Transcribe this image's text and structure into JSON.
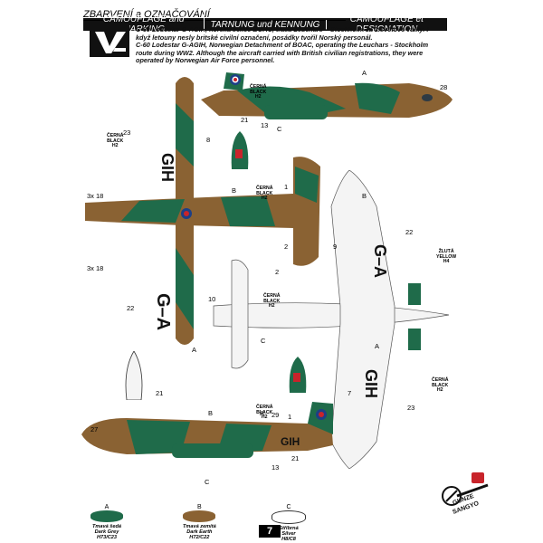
{
  "header": {
    "czech_title": "ZBARVENÍ a OZNAČOVÁNÍ",
    "tabs": [
      "CAMOUFLAGE and MARKING",
      "TARNUNG und KENNUNG",
      "CAMOUFLAGE et DESIGNATION"
    ]
  },
  "caption": {
    "czech": "C-60 Lodestar G-AGIH, norská sekce BOAC, trasa Leuchars – Stockholm za 2.světové války. I když letouny nesly britské civilní označení, posádky tvořil Norský personál.",
    "english": "C-60 Lodestar G-AGIH, Norwegian Detachment of BOAC, operating the Leuchars - Stockholm route during WW2. Although the aircraft carried with British civilian registrations, they were operated by Norwegian Air Force personnel."
  },
  "registration": {
    "left_side": "G–A",
    "right_side": "GIH",
    "upper_wing": "G–A",
    "lower_wing": "GIH"
  },
  "callouts": {
    "black_h2": [
      "ČERNÁ",
      "BLACK",
      "H2"
    ],
    "yellow_h4": [
      "ŽLUTÁ",
      "YELLOW",
      "H4"
    ],
    "prop_count_1": "3x",
    "prop_count_2": "3x",
    "numbers": [
      "A",
      "28",
      "21",
      "13",
      "C",
      "23",
      "8",
      "B",
      "1",
      "2",
      "18",
      "18",
      "10",
      "22",
      "A",
      "B",
      "9",
      "22",
      "2",
      "C",
      "A",
      "21",
      "7",
      "23",
      "27",
      "B",
      "A",
      "29",
      "1",
      "13",
      "21",
      "C"
    ]
  },
  "legend": [
    {
      "letter": "A",
      "cz": "Tmavá šedá",
      "en": "Dark Grey",
      "code": "H73/C23",
      "color": "#1f6b4a"
    },
    {
      "letter": "B",
      "cz": "Tmavá zemitá",
      "en": "Dark Earth",
      "code": "H72/C22",
      "color": "#8a6233"
    },
    {
      "letter": "C",
      "cz": "Stříbrná",
      "en": "Silver",
      "code": "H8/C8",
      "color": "#ffffff"
    }
  ],
  "brand": {
    "name": "GUNZE SANGYO"
  },
  "page_number": "7",
  "colors": {
    "green": "#1f6b4a",
    "earth": "#8a6233",
    "silver": "#f4f4f4",
    "roundel_blue": "#1d3f86",
    "roundel_red": "#c8242b"
  }
}
